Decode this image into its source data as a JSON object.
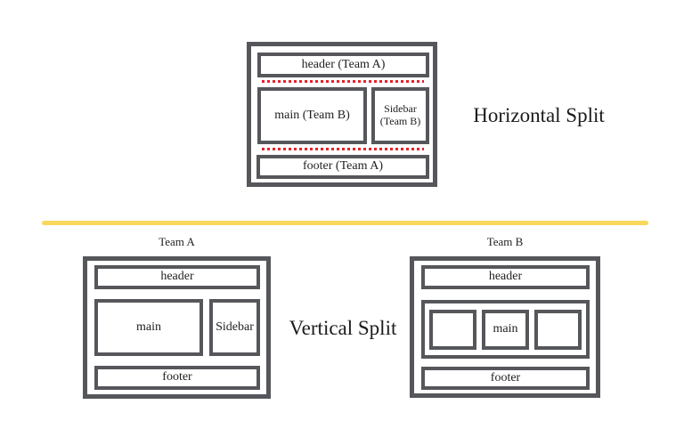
{
  "diagrams": {
    "horizontal": {
      "label": "Horizontal Split",
      "boxes": {
        "header": "header (Team A)",
        "main": "main (Team B)",
        "sidebar": "Sidebar (Team B)",
        "footer": "footer (Team A)"
      }
    },
    "vertical": {
      "label": "Vertical Split",
      "team_a": {
        "title": "Team A",
        "header": "header",
        "main": "main",
        "sidebar": "Sidebar",
        "footer": "footer"
      },
      "team_b": {
        "title": "Team B",
        "header": "header",
        "main": "main",
        "footer": "footer"
      }
    }
  },
  "colors": {
    "box_border": "#56575b",
    "dotted_line_red": "#e8212a",
    "divider_yellow": "#f9d85c",
    "text": "#1f1f1f"
  }
}
